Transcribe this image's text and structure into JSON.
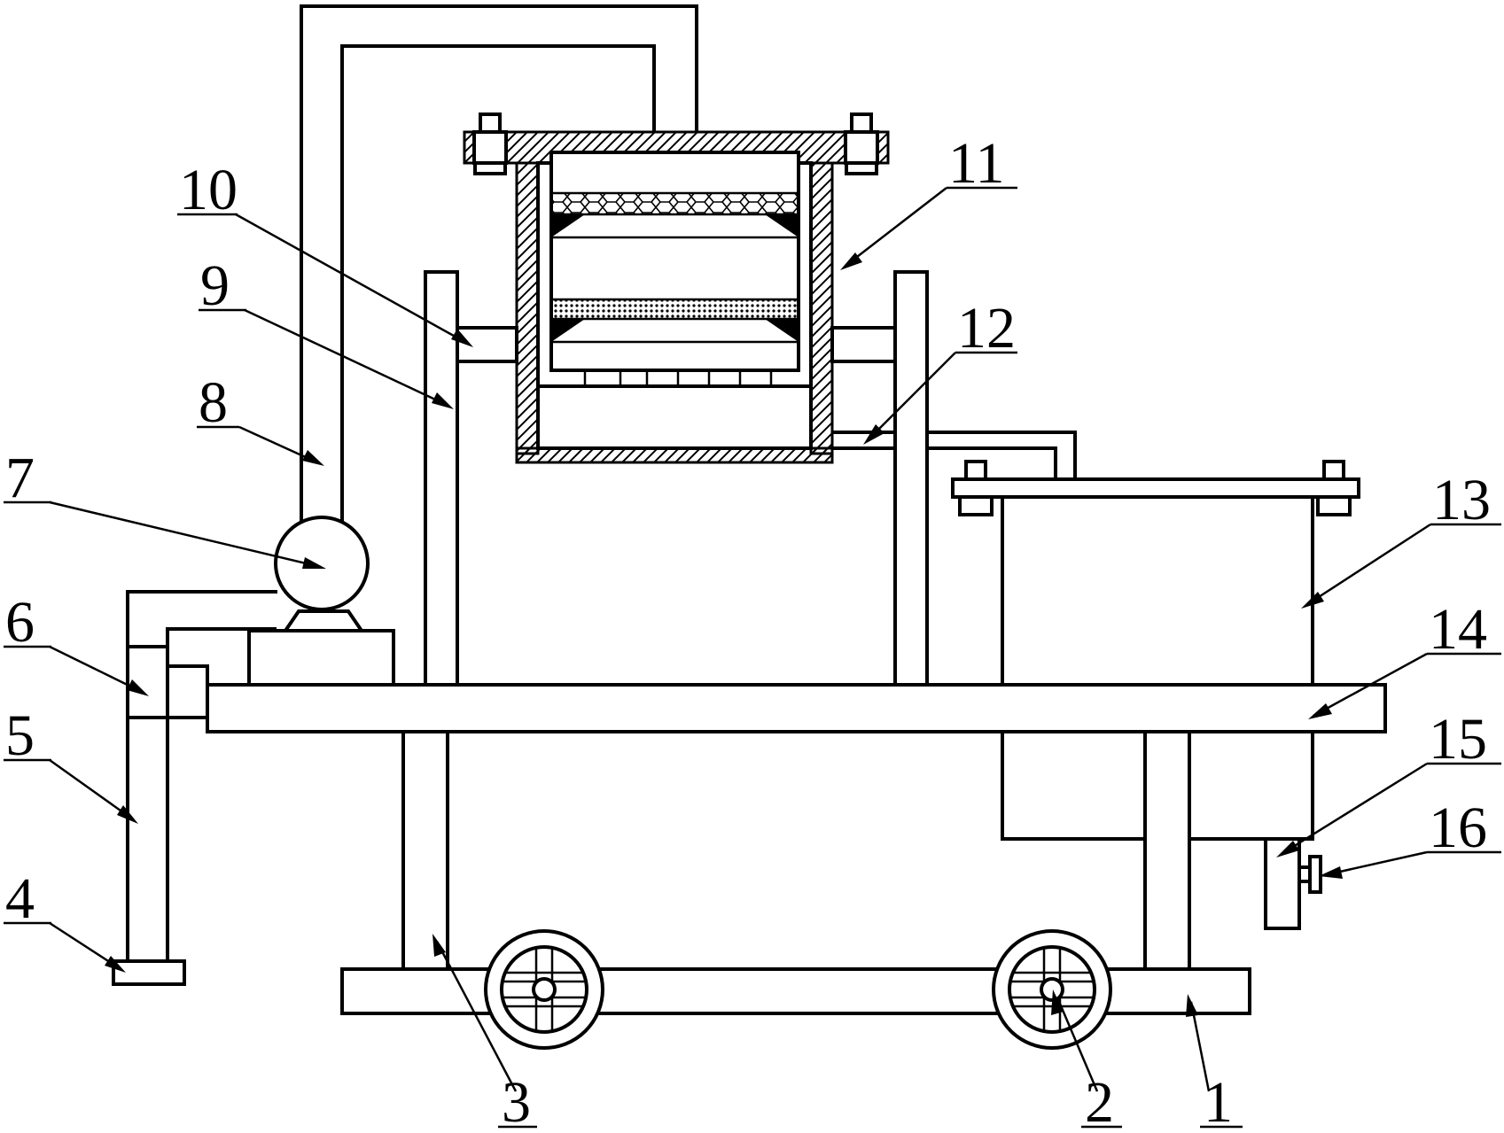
{
  "diagram": {
    "callouts": [
      {
        "id": "c1",
        "text": "1"
      },
      {
        "id": "c2",
        "text": "2"
      },
      {
        "id": "c3",
        "text": "3"
      },
      {
        "id": "c4",
        "text": "4"
      },
      {
        "id": "c5",
        "text": "5"
      },
      {
        "id": "c6",
        "text": "6"
      },
      {
        "id": "c7",
        "text": "7"
      },
      {
        "id": "c8",
        "text": "8"
      },
      {
        "id": "c9",
        "text": "9"
      },
      {
        "id": "c10",
        "text": "10"
      },
      {
        "id": "c11",
        "text": "11"
      },
      {
        "id": "c12",
        "text": "12"
      },
      {
        "id": "c13",
        "text": "13"
      },
      {
        "id": "c14",
        "text": "14"
      },
      {
        "id": "c15",
        "text": "15"
      },
      {
        "id": "c16",
        "text": "16"
      }
    ],
    "colors": {
      "line": "#000000",
      "background": "#ffffff"
    }
  }
}
